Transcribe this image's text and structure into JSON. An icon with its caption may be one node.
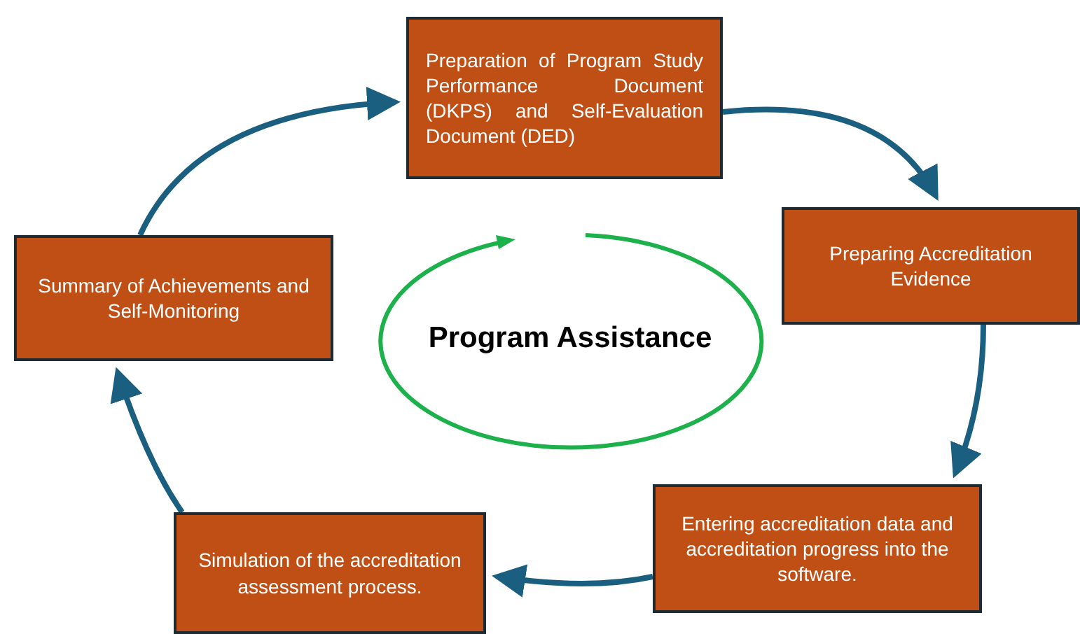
{
  "diagram": {
    "nodes": [
      {
        "text": [
          "Preparation of Program Study Performance Document (DKPS) and Self-Evaluation Document (DED)"
        ]
      },
      {
        "text": [
          "Preparing Accreditation Evidence"
        ]
      },
      {
        "text": [
          "Entering accreditation data and accreditation progress into the software."
        ]
      },
      {
        "text": [
          "Simulation of the accreditation assessment process."
        ]
      },
      {
        "text": [
          "Summary of Achievements and Self-Monitoring"
        ]
      },
      {
        "text": [
          "Program Assistance"
        ]
      }
    ],
    "edges": [
      {
        "from": 0,
        "to": 1,
        "arrow": "to"
      },
      {
        "from": 1,
        "to": 2,
        "arrow": "to"
      },
      {
        "from": 2,
        "to": 3,
        "arrow": "to"
      },
      {
        "from": 3,
        "to": 4,
        "arrow": "to"
      },
      {
        "from": 4,
        "to": 0,
        "arrow": "to"
      }
    ]
  }
}
